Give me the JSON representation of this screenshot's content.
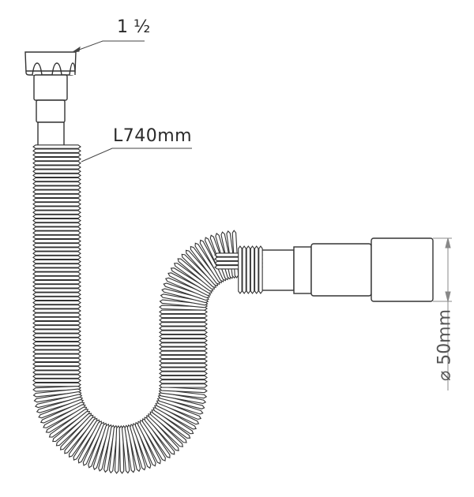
{
  "diagram": {
    "subject": "flexible sink siphon drain pipe",
    "annotations": {
      "thread_size": "1 ½",
      "length": "L740mm",
      "outlet_diameter": "⌀ 50mm"
    },
    "colors": {
      "line": "#333333",
      "dimension_line": "#888888",
      "background": "#ffffff"
    }
  }
}
